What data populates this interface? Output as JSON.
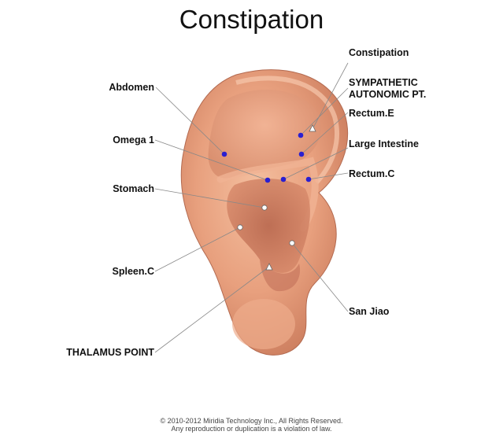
{
  "title": "Constipation",
  "labels": {
    "constipation": "Constipation",
    "sympathetic_line1": "SYMPATHETIC",
    "sympathetic_line2": "AUTONOMIC PT.",
    "rectum_e": "Rectum.E",
    "large_intestine": "Large Intestine",
    "rectum_c": "Rectum.C",
    "san_jiao": "San Jiao",
    "abdomen": "Abdomen",
    "omega_1": "Omega 1",
    "stomach": "Stomach",
    "spleen_c": "Spleen.C",
    "thalamus_point": "THALAMUS POINT"
  },
  "footer": {
    "line1": "© 2010-2012 Miridia Technology Inc., All Rights Reserved.",
    "line2": "Any reproduction or duplication is a violation of law."
  },
  "colors": {
    "skin": "#e8a07e",
    "skin_dark": "#c8775a",
    "skin_shadow": "#a85e45",
    "point_blue": "#2a1fd0",
    "line": "#888888"
  }
}
